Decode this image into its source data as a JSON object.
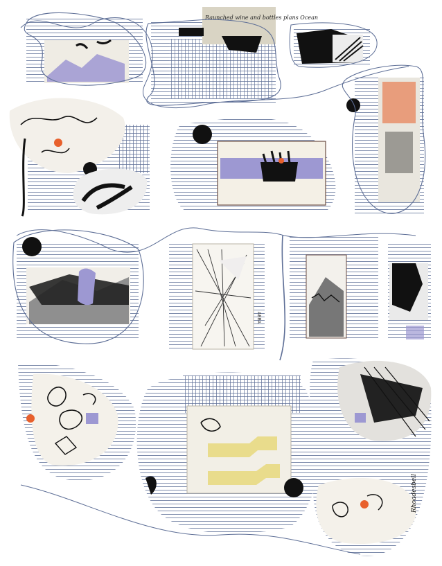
{
  "artwork": {
    "handwritten_note": "Raunched wine and bottles plans Ocean",
    "signature": "Rhoadesbell",
    "stamp_text": "ABBA"
  },
  "palette": {
    "background": "#ffffff",
    "ruled_line": "#5d6e96",
    "ink": "#111111",
    "lavender": "#9d98d2",
    "orange": "#e8602c",
    "yellow": "#e9dc8c",
    "gray_wash": "#8f8f8f",
    "paper": "#f4f0e6"
  },
  "icons": [
    "black-dot-icon",
    "orange-dot-icon",
    "lavender-square-icon"
  ]
}
